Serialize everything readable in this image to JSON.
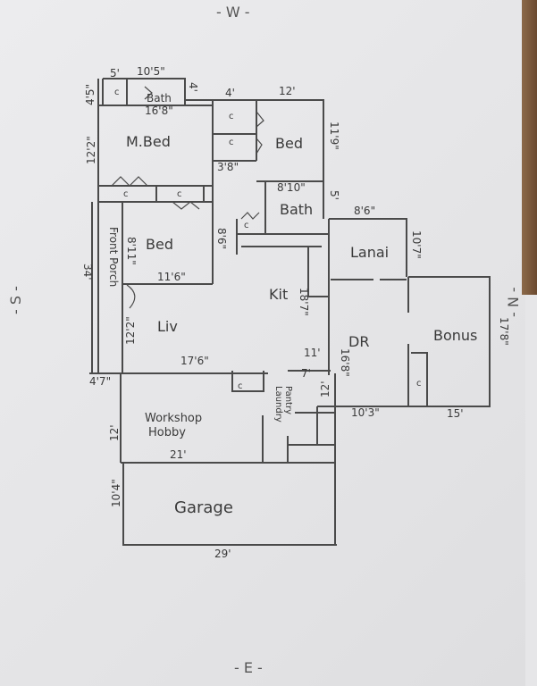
{
  "compass": {
    "top": "- W -",
    "bottom": "- E -",
    "left": "- S -",
    "right": "- N -"
  },
  "rooms": {
    "master_bath": "Bath",
    "master_bed": "M.Bed",
    "bed_ne": "Bed",
    "bath2": "Bath",
    "bed_sw": "Bed",
    "front_porch": "Front Porch",
    "living": "Liv",
    "kitchen": "Kit",
    "lanai": "Lanai",
    "dining": "DR",
    "bonus": "Bonus",
    "workshop": "Workshop",
    "hobby": "Hobby",
    "pantry": "Pantry",
    "laundry": "Laundry",
    "garage": "Garage",
    "closet": "c"
  },
  "dimensions": {
    "bath_closet_w": "5'",
    "bath_w": "10'5\"",
    "bath_h": "4'5\"",
    "bath_right": "4'",
    "mbed_w": "16'8\"",
    "mbed_h": "12'2\"",
    "hall_w": "4'",
    "bed_ne_w": "12'",
    "bed_ne_h": "11'9\"",
    "hall_3_8": "3'8\"",
    "bath2_w": "8'10\"",
    "bath2_h": "5'",
    "bed_sw_h": "8'11\"",
    "bed_sw_w": "11'6\"",
    "hall_h": "8'6\"",
    "porch_len": "34'",
    "liv_h": "12'2\"",
    "liv_w": "17'6\"",
    "kit_h": "18'7\"",
    "kit_w": "11'",
    "kit_7": "7'",
    "lanai_w": "8'6\"",
    "lanai_h": "10'7\"",
    "dr_h": "16'8\"",
    "dr_w": "10'3\"",
    "bonus_h": "17'8\"",
    "bonus_w": "15'",
    "porch_step": "4'7\"",
    "workshop_h": "12'",
    "workshop_w": "21'",
    "pantry_12": "12'",
    "garage_h": "10'4\"",
    "garage_w": "29'"
  }
}
